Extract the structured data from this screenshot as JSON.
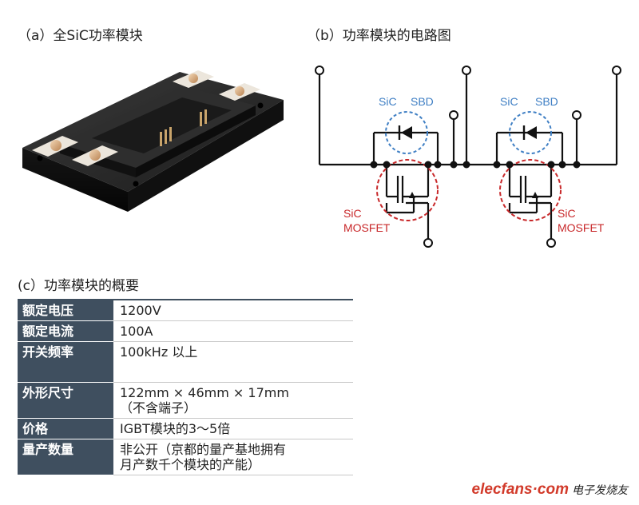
{
  "sections": {
    "a_title": "（a）全SiC功率模块",
    "b_title": "（b）功率模块的电路图",
    "c_title": "(c）功率模块的概要"
  },
  "circuit": {
    "sic_label": "SiC",
    "sbd_label": "SBD",
    "mosfet_sic_label": "SiC",
    "mosfet_label": "MOSFET",
    "sbd_color": "#3f7fc4",
    "mosfet_color": "#c8282a"
  },
  "specs": [
    {
      "key": "额定电压",
      "value": "1200V",
      "value2": ""
    },
    {
      "key": "额定电流",
      "value": "100A",
      "value2": ""
    },
    {
      "key": "开关频率",
      "value": "100kHz 以上",
      "value2": ""
    },
    {
      "key": "外形尺寸",
      "value": "122mm × 46mm × 17mm",
      "value2": "（不含端子）"
    },
    {
      "key": "价格",
      "value": "IGBT模块的3～5倍",
      "value2": ""
    },
    {
      "key": "量产数量",
      "value": "非公开（京都的量产基地拥有",
      "value2": "月产数千个模块的产能）"
    }
  ],
  "watermark": {
    "brand": "elecfans·com",
    "cn": "电子发烧友"
  }
}
